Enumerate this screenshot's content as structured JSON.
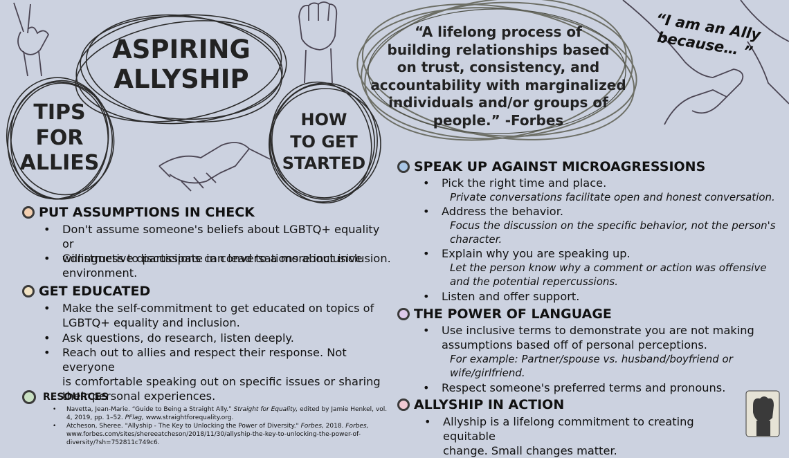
{
  "colors": {
    "background": "#ccd2e0",
    "icon_peach": "#f3cfb0",
    "icon_cream": "#f1e2c3",
    "icon_green": "#c9e0c3",
    "icon_blue": "#a9c6e6",
    "icon_lavender": "#ddc9ea",
    "icon_pink": "#f1c9d3"
  },
  "headers": {
    "title_line1": "ASPIRING",
    "title_line2": "ALLYSHIP",
    "tips_line1": "TIPS",
    "tips_line2": "FOR",
    "tips_line3": "ALLIES",
    "how_line1": "HOW",
    "how_line2": "TO GET",
    "how_line3": "STARTED",
    "quote_line1": "“A lifelong process of",
    "quote_line2": "building relationships based",
    "quote_line3": "on trust, consistency, and",
    "quote_line4": "accountability with marginalized",
    "quote_line5": "individuals and/or groups of",
    "quote_line6": "people.” -Forbes",
    "ally_line1": "“I am an Ally",
    "ally_line2": "because… ”"
  },
  "bullet_char": "•",
  "left": {
    "s1": {
      "title": "PUT ASSUMPTIONS IN CHECK",
      "b1": "Don't assume someone's beliefs about LGBTQ+ equality or",
      "b1_cont": "willingness to participate in conversations about inclusion.",
      "b2": "Constructive discussions can lead to a more inclusive",
      "b2_cont": "environment."
    },
    "s2": {
      "title": "GET EDUCATED",
      "b1": "Make the self-commitment to get educated on topics of",
      "b1_cont": "LGBTQ+ equality and inclusion.",
      "b2": "Ask questions, do research, listen deeply.",
      "b3": "Reach out to allies and respect their response. Not everyone",
      "b3_cont1": "is comfortable speaking out on specific issues or sharing",
      "b3_cont2": "their personal experiences."
    },
    "resources": {
      "title": "RESOURCES",
      "r1_a": "Navetta, Jean-Marie. “Guide to Being a Straight Ally.”",
      "r1_b": "Straight for Equality,",
      "r1_c": "edited by Jamie Henkel, vol. 4, 2019,",
      "r1_d": "pp. 1–52.",
      "r1_e": "PFlag,",
      "r1_f": "www.straightforequality.org.",
      "r2_a": "Atcheson, Sheree. \"Allyship - The Key to Unlocking the Power of Diversity.\"",
      "r2_b": "Forbes,",
      "r2_c": "2018.",
      "r2_d": "Forbes,",
      "r2_e": "www.forbes.com/sites/shereeatcheson/2018/11/30/allyship-the-key-to-unlocking-the-power-of-",
      "r2_f": "diversity/?sh=752811c749c6."
    }
  },
  "right": {
    "s1": {
      "title": "SPEAK UP AGAINST MICROAGRESSIONS",
      "b1": "Pick the right time and place.",
      "b1_note": "Private conversations facilitate open and honest conversation.",
      "b2": "Address the behavior.",
      "b2_note1": "Focus the discussion on the specific behavior, not the person's",
      "b2_note2": "character.",
      "b3": "Explain why you are speaking up.",
      "b3_note1": "Let the person know why a comment or action was offensive",
      "b3_note2": "and the potential repercussions.",
      "b4": "Listen and offer support."
    },
    "s2": {
      "title": "THE POWER OF LANGUAGE",
      "b1": "Use inclusive terms to demonstrate you are not making",
      "b1_cont": "assumptions based off of personal perceptions.",
      "b1_note1": "For example: Partner/spouse vs. husband/boyfriend or",
      "b1_note2": "wife/girlfriend.",
      "b2": "Respect someone's preferred terms and pronouns."
    },
    "s3": {
      "title": "ALLYSHIP IN ACTION",
      "b1": "Allyship is a lifelong commitment to creating equitable",
      "b1_cont": "change. Small changes matter."
    }
  },
  "icons": [
    "peace-hand-icon",
    "raised-fist-icon",
    "handshake-icon",
    "holding-hands-icon",
    "small-fist-icon"
  ]
}
